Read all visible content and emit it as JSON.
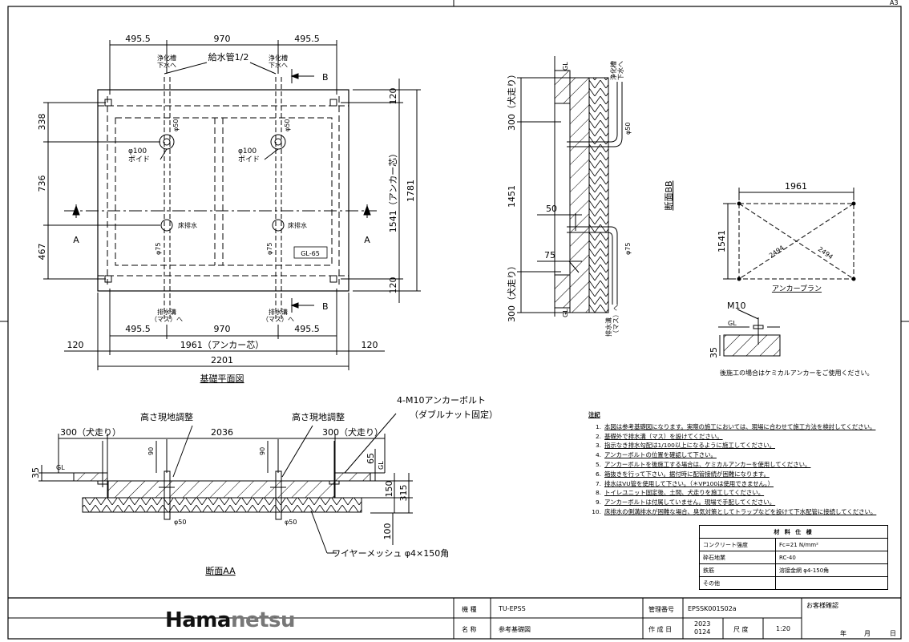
{
  "sheet_size": "A3",
  "plan": {
    "dims_top": [
      "495.5",
      "970",
      "495.5"
    ],
    "dims_bottom": [
      "495.5",
      "970",
      "495.5"
    ],
    "dim_anchor": "1961（アンカー芯）",
    "dim_total": "2201",
    "dim_side": "120",
    "dims_left": [
      "338",
      "736",
      "467"
    ],
    "dims_right_small": [
      "120",
      "120"
    ],
    "dim_right_anchor": "1541（アンカー芯）",
    "dim_right_total": "1781",
    "label_septic": "浄化槽\n下水へ",
    "label_supply": "給水管1/2",
    "label_drain": "排水溝\n（マス）へ",
    "label_void": "φ100\nボイド",
    "label_floor_drain": "床排水",
    "phi50": "φ50",
    "phi75": "φ75",
    "gl65": "GL-65",
    "sect_a": "A",
    "sect_b": "B",
    "title": "基礎平面図"
  },
  "section_aa": {
    "label_height_adj": "高さ現地調整",
    "label_anchor_bolt": "4-M10アンカーボルト",
    "label_double_nut": "（ダブルナット固定）",
    "dim_300": "300（犬走り）",
    "dim_2036": "2036",
    "dim_90": "90",
    "dim_35": "35",
    "dim_65": "65",
    "dim_150": "150",
    "dim_315": "315",
    "dim_100": "100",
    "gl": "GL",
    "phi50": "φ50",
    "wire_mesh": "ワイヤーメッシュ φ4×150角",
    "title": "断面AA"
  },
  "section_bb": {
    "dim_300a": "300（犬走り）",
    "dim_1451": "1451",
    "dim_50": "50",
    "dim_75": "75",
    "dim_300b": "300（犬走り）",
    "gl": "GL",
    "label_septic": "浄化槽\n下水へ",
    "label_drain": "排水溝\n（マス）へ",
    "phi50": "φ50",
    "phi75": "φ75",
    "title": "断面BB"
  },
  "anchor_plan": {
    "dim_w": "1961",
    "dim_h": "1541",
    "diag1": "2494",
    "diag2": "2494",
    "title": "アンカープラン"
  },
  "chem_anchor": {
    "m10": "M10",
    "gl": "GL",
    "dim_35": "35",
    "note": "後施工の場合はケミカルアンカーをご使用ください。"
  },
  "notes": {
    "title": "注記",
    "items": [
      {
        "n": "1.",
        "t": "本図は参考基礎図になります。実際の施工においては、現場に合わせて施工方法を検討してください。"
      },
      {
        "n": "2.",
        "t": "基礎外で排水溝（マス）を設けてください。"
      },
      {
        "n": "3.",
        "t": "指示なき排水勾配は1/100以上になるように施工してください。"
      },
      {
        "n": "4.",
        "t": "アンカーボルトの位置を確認して下さい。"
      },
      {
        "n": "5.",
        "t": "アンカーボルトを後施工する場合は、ケミカルアンカーを使用してください。"
      },
      {
        "n": "6.",
        "t": "箱抜きを行って下さい。据付時に配管接続が困難になります。"
      },
      {
        "n": "7.",
        "t": "排水はVU管を使用して下さい。（＊VP100は使用できません。）"
      },
      {
        "n": "8.",
        "t": "トイレユニット固定後、土間、犬走りを施工してください。"
      },
      {
        "n": "9.",
        "t": "アンカーボルトは付属していません。現場で手配してください。"
      },
      {
        "n": "10.",
        "t": "床排水の側溝排水が困難な場合、臭気対策としてトラップなどを設けて下水配管に接続してください。"
      }
    ]
  },
  "materials": {
    "title": "材 料 仕 様",
    "rows": [
      {
        "k": "コンクリート強度",
        "v": "Fc=21 N/mm²"
      },
      {
        "k": "砕石地業",
        "v": "RC-40"
      },
      {
        "k": "鉄筋",
        "v": "溶接金網 φ4-150角"
      },
      {
        "k": "その他",
        "v": ""
      }
    ]
  },
  "title_block": {
    "logo_a": "Hama",
    "logo_b": "netsu",
    "model_label": "機 種",
    "model": "TU-EPSS",
    "mgmt_label": "管理番号",
    "mgmt": "EPSSK001S02a",
    "name_label": "名 称",
    "name": "参考基礎図",
    "date_label": "作 成 日",
    "date_y": "2023",
    "date_md": "0124",
    "scale_label": "尺 度",
    "scale": "1:20",
    "confirm": "お客様確認",
    "year": "年",
    "month": "月",
    "day": "日"
  },
  "colors": {
    "line": "#000000",
    "hatch": "#000000",
    "logo_gray": "#777777"
  }
}
